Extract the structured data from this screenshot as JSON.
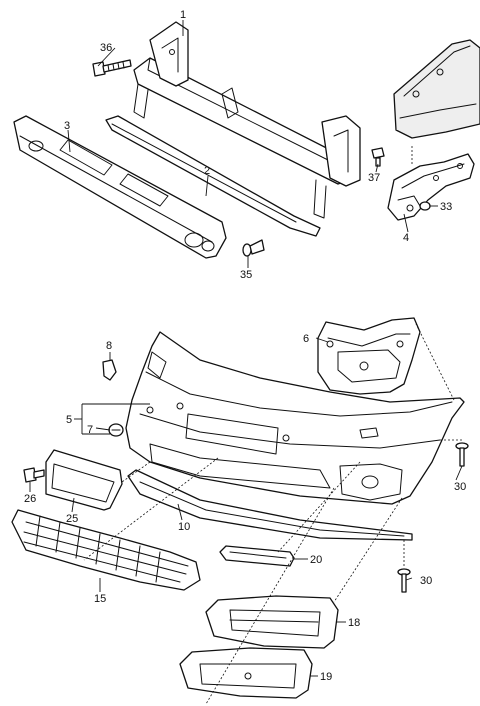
{
  "callouts": {
    "c1": "1",
    "c2": "2",
    "c3": "3",
    "c4": "4",
    "c5": "5",
    "c6": "6",
    "c7": "7",
    "c8": "8",
    "c10": "10",
    "c15": "15",
    "c18": "18",
    "c19": "19",
    "c20": "20",
    "c25": "25",
    "c26": "26",
    "c30a": "30",
    "c30b": "30",
    "c33": "33",
    "c35": "35",
    "c36": "36",
    "c37": "37"
  }
}
